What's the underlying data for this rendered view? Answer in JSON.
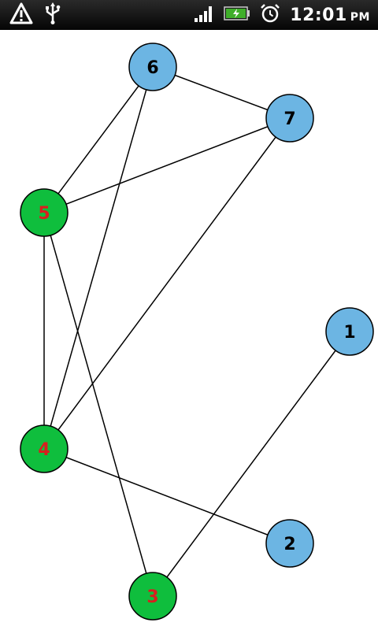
{
  "status_bar": {
    "icons": [
      "warning-icon",
      "usb-icon",
      "signal-icon",
      "battery-charging-icon",
      "alarm-icon"
    ],
    "time": "12:01",
    "ampm": "PM"
  },
  "graph": {
    "colors": {
      "blue_node": "#6cb5e3",
      "green_node": "#0fbe3d",
      "label_default": "#000000",
      "label_highlight": "#d81f1f",
      "edge": "#000000"
    },
    "nodes": [
      {
        "id": "1",
        "label": "1",
        "fill": "blue"
      },
      {
        "id": "2",
        "label": "2",
        "fill": "blue"
      },
      {
        "id": "3",
        "label": "3",
        "fill": "green"
      },
      {
        "id": "4",
        "label": "4",
        "fill": "green"
      },
      {
        "id": "5",
        "label": "5",
        "fill": "green"
      },
      {
        "id": "6",
        "label": "6",
        "fill": "blue"
      },
      {
        "id": "7",
        "label": "7",
        "fill": "blue"
      }
    ],
    "edges": [
      [
        "6",
        "7"
      ],
      [
        "6",
        "5"
      ],
      [
        "6",
        "4"
      ],
      [
        "7",
        "5"
      ],
      [
        "7",
        "4"
      ],
      [
        "5",
        "4"
      ],
      [
        "5",
        "3"
      ],
      [
        "4",
        "2"
      ],
      [
        "1",
        "3"
      ]
    ]
  }
}
